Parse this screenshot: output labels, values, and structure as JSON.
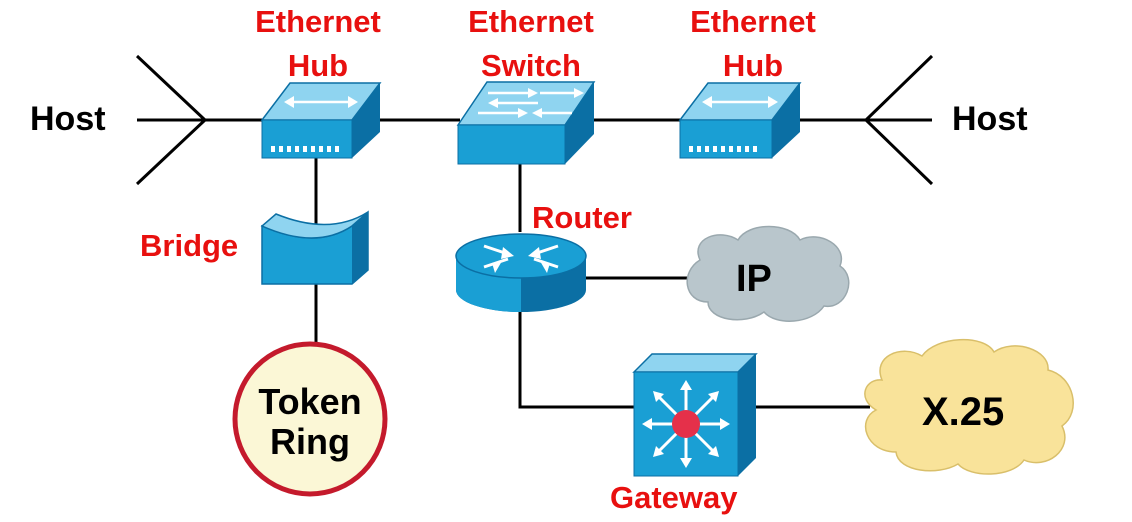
{
  "labels": {
    "hub_left": [
      "Ethernet",
      "Hub"
    ],
    "switch": [
      "Ethernet",
      "Switch"
    ],
    "hub_right": [
      "Ethernet",
      "Hub"
    ],
    "host_left": "Host",
    "host_right": "Host",
    "bridge": "Bridge",
    "router": "Router",
    "gateway": "Gateway",
    "token_ring": [
      "Token",
      "Ring"
    ],
    "ip_cloud": "IP",
    "x25_cloud": "X.25"
  },
  "colors": {
    "label_red": "#e8100f",
    "device_blue": "#1a9fd4",
    "device_dark": "#0b6fa4",
    "device_light": "#8fd4f0",
    "ip_cloud": "#b9c6cc",
    "x25_cloud": "#f9e39a",
    "token_ring_border": "#c41a2c",
    "token_ring_fill": "#fbf7d6",
    "gateway_dot": "#e5304a"
  },
  "icons": {
    "hub": "ethernet-hub-icon",
    "switch": "ethernet-switch-icon",
    "bridge": "bridge-icon",
    "router": "router-icon",
    "gateway": "gateway-icon",
    "token_ring": "token-ring-icon",
    "ip_cloud": "ip-cloud-icon",
    "x25_cloud": "x25-cloud-icon"
  }
}
